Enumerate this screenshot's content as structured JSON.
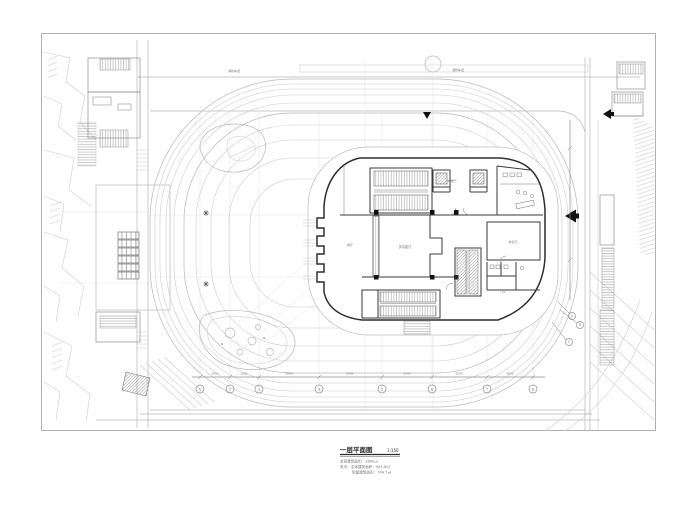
{
  "document": {
    "kind": "architectural first-floor site plan drawing",
    "title": "一层平面图",
    "scale": "1:150",
    "notes": [
      "本层建筑面积：3860㎡",
      "其中：主体建筑面积：961.8㎡",
      "附属建筑面积：764.7㎡"
    ]
  },
  "labels": {
    "road_top_left": "消防车道",
    "road_top_right": "消防车道",
    "hall": "多功能厅",
    "west_lobby": "前厅",
    "lounge": "休息厅",
    "foyer": "门厅",
    "elev_lobby": "电梯厅"
  },
  "grid": {
    "bottom_bubbles": [
      "1",
      "2",
      "3",
      "4",
      "5",
      "6",
      "7",
      "8"
    ],
    "right_bubbles": [
      "A",
      "B",
      "C"
    ],
    "bottom_dims": [
      "3000",
      "2900",
      "6000",
      "6300",
      "5000",
      "5500",
      "4600"
    ]
  },
  "colors": {
    "line_light": "#cdcdcd",
    "line_mid": "#8f8f8f",
    "line_dark": "#3a3a3a",
    "black": "#111111",
    "paper": "#ffffff"
  }
}
